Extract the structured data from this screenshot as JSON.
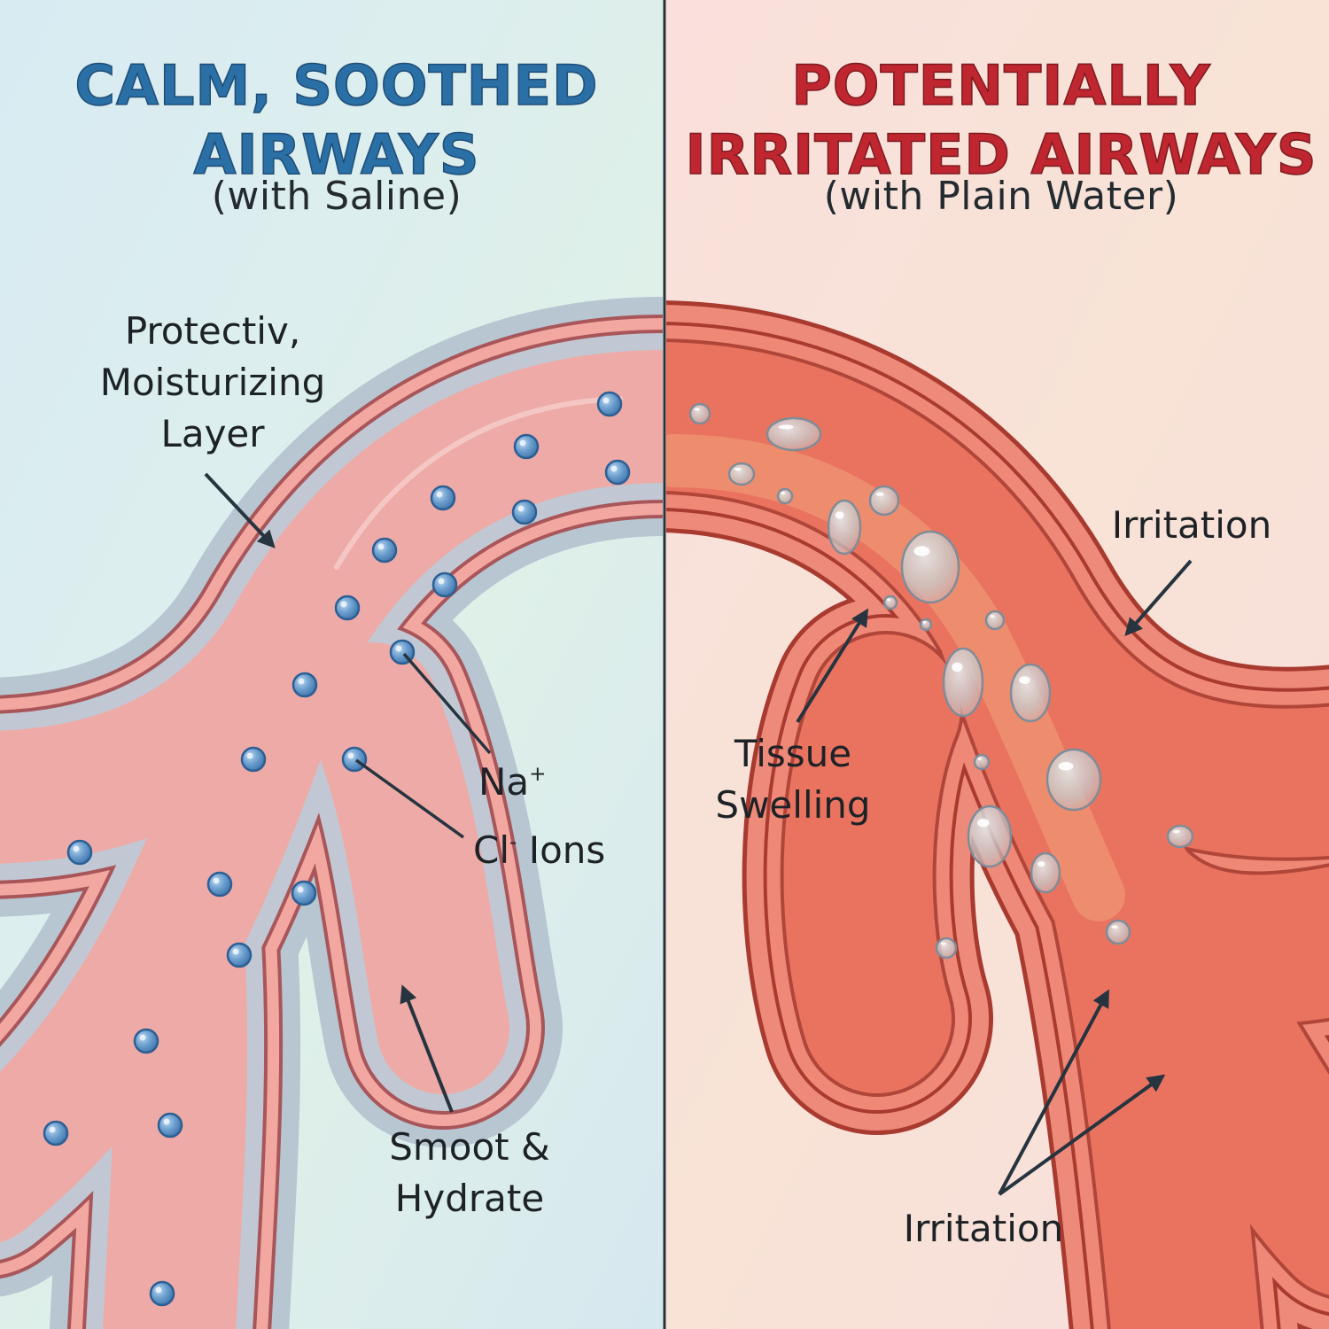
{
  "left_panel": {
    "title_line1": "CALM, SOOTHED",
    "title_line2": "AIRWAYS",
    "subtitle": "(with Saline)",
    "labels": {
      "protective_line1": "Protectiv,",
      "protective_line2": "Moisturizing",
      "protective_line3": "Layer",
      "na_base": "Na",
      "na_sup": "+",
      "cl_base": "Cl",
      "cl_sup": "-",
      "cl_suffix": " Ions",
      "smooth_line1": "Smoot &",
      "smooth_line2": "Hydrate"
    }
  },
  "right_panel": {
    "title_line1": "POTENTIALLY",
    "title_line2": "IRRITATED AIRWAYS",
    "subtitle": "(with Plain Water)",
    "labels": {
      "tissue_line1": "Tissue",
      "tissue_line2": "Swelling",
      "irritation_top": "Irritation",
      "irritation_bottom": "Irritation"
    }
  },
  "colors": {
    "left_bg": "#dcecf2",
    "right_bg": "#f8dcd8",
    "left_title": "#2a6fa6",
    "right_title": "#c0262f",
    "divider": "#27323a",
    "arrow": "#26343f",
    "ion_fill": "#6ea0cf",
    "ion_stroke": "#2c5f94",
    "saline_tissue": "#f0a9a4",
    "saline_layer": "#b9c6d0",
    "irritated_tissue": "#e8705f",
    "irritated_wall": "#a83a30",
    "droplet": "#c7cfd4"
  }
}
